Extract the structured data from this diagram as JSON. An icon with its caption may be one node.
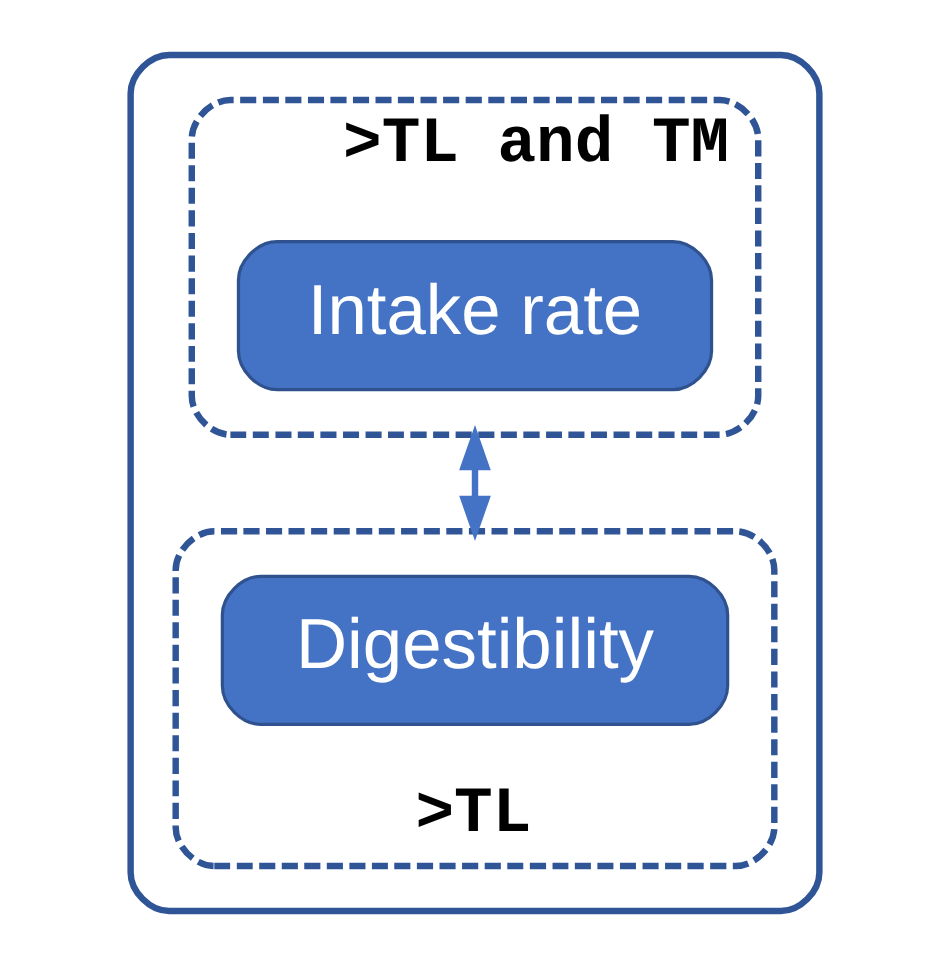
{
  "diagram": {
    "nodes": [
      {
        "text": [],
        "shape": "box"
      },
      {
        "text": [
          ">TL and TM"
        ],
        "in": 0
      },
      {
        "text": [
          "Intake rate"
        ],
        "in": 1
      },
      {
        "text": [
          ">TL"
        ],
        "in": 0
      },
      {
        "text": [
          "Digestibility"
        ],
        "in": 3
      }
    ],
    "edges": [
      {
        "from": 1,
        "to": 3,
        "arrow": "both"
      }
    ]
  }
}
